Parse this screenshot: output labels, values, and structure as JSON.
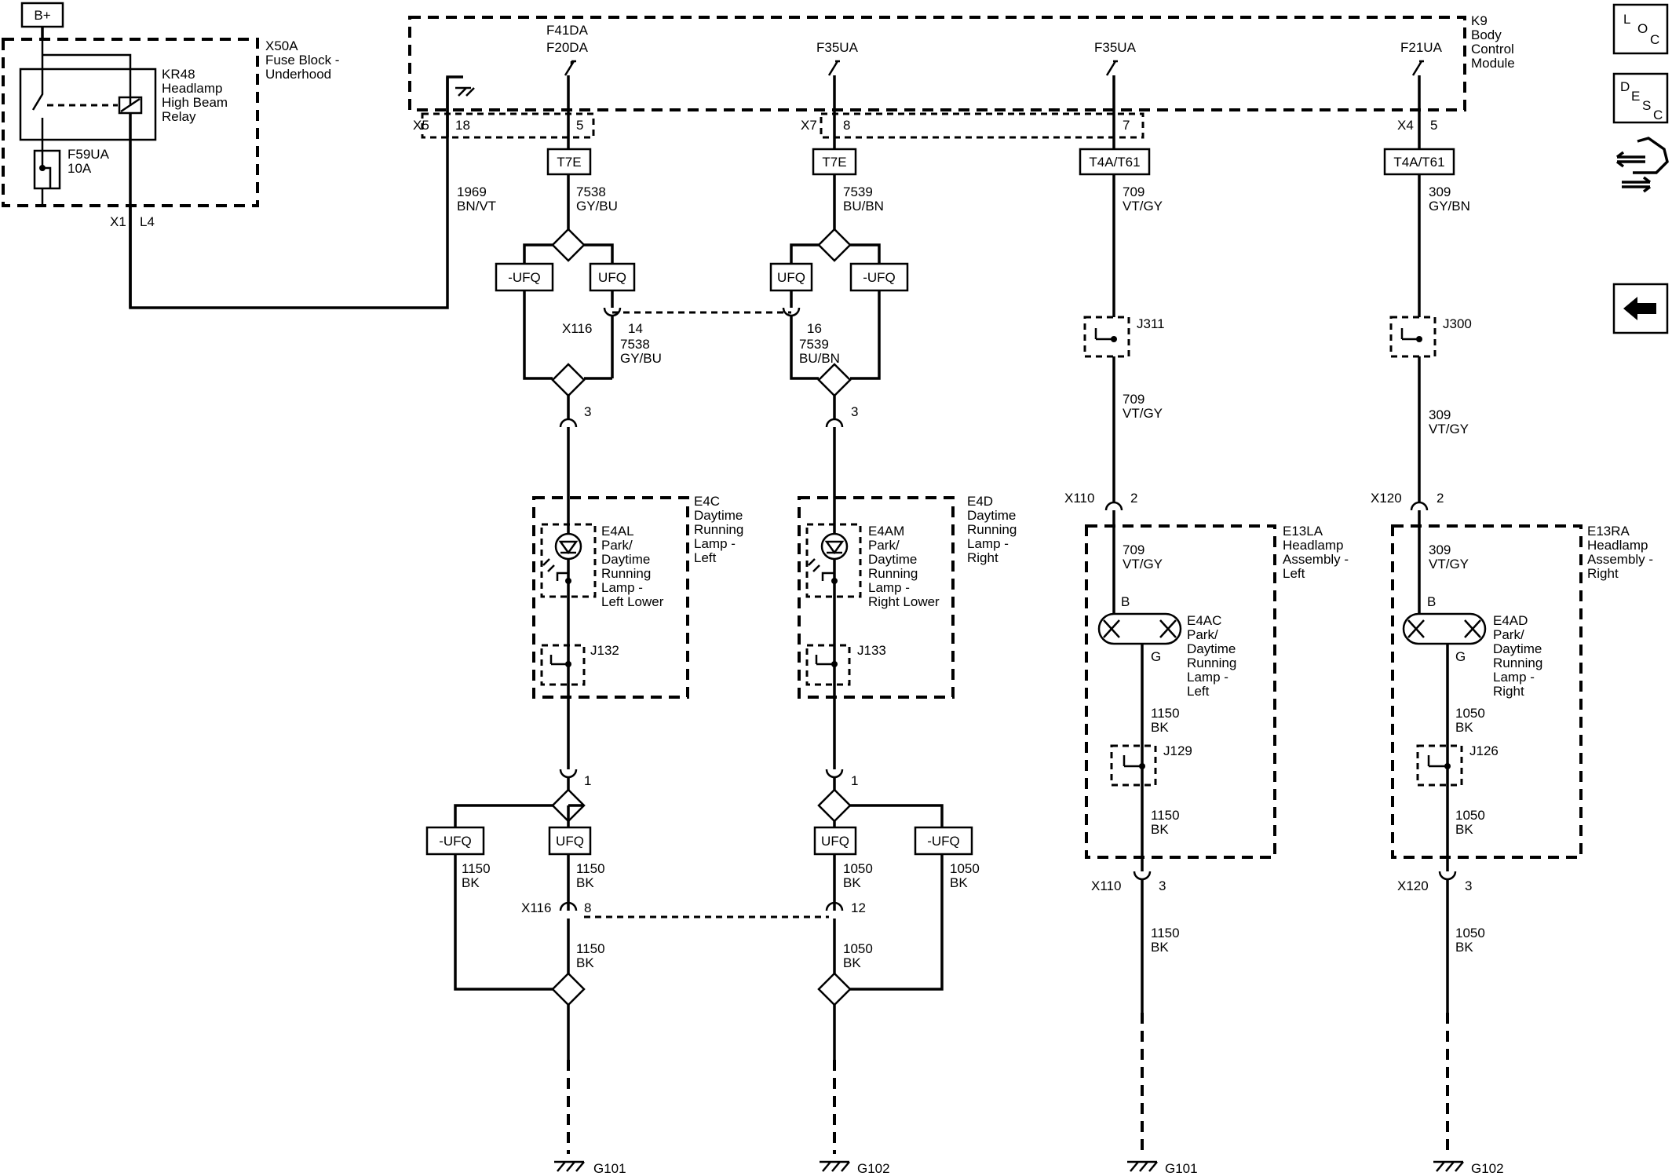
{
  "battery": "B+",
  "fuse_block": {
    "title": [
      "X50A",
      "Fuse Block -",
      "Underhood"
    ],
    "relay": [
      "KR48",
      "Headlamp",
      "High Beam",
      "Relay"
    ],
    "fuse": [
      "F59UA",
      "10A"
    ],
    "connector": "X1",
    "pin": "L4"
  },
  "bcm": {
    "title": [
      "K9",
      "Body",
      "Control",
      "Module"
    ],
    "fuse_a": [
      "F41DA",
      "F20DA"
    ],
    "fuse_b": "F35UA",
    "fuse_c": "F35UA",
    "fuse_d": "F21UA",
    "x5": "X5",
    "p18": "18",
    "p5a": "5",
    "x7": "X7",
    "p8": "8",
    "p7": "7",
    "x4": "X4",
    "p5b": "5"
  },
  "options": {
    "t7e": "T7E",
    "t4a": "T4A/T61",
    "ufq": "UFQ",
    "nufq": "-UFQ"
  },
  "wires": {
    "w1969": [
      "1969",
      "BN/VT"
    ],
    "w7538": [
      "7538",
      "GY/BU"
    ],
    "w7539": [
      "7539",
      "BU/BN"
    ],
    "w709": [
      "709",
      "VT/GY"
    ],
    "w309a": [
      "309",
      "GY/BN"
    ],
    "w309b": [
      "309",
      "VT/GY"
    ],
    "w1150": [
      "1150",
      "BK"
    ],
    "w1050": [
      "1050",
      "BK"
    ]
  },
  "connectors": {
    "x116": "X116",
    "p14": "14",
    "p16": "16",
    "p3": "3",
    "p1": "1",
    "p8": "8",
    "p12": "12",
    "x110": "X110",
    "x120": "X120",
    "p2": "2",
    "p3b": "3"
  },
  "splices": {
    "j311": "J311",
    "j300": "J300",
    "j132": "J132",
    "j133": "J133",
    "j129": "J129",
    "j126": "J126"
  },
  "lamps": {
    "e4c": [
      "E4C",
      "Daytime",
      "Running",
      "Lamp -",
      "Left"
    ],
    "e4d": [
      "E4D",
      "Daytime",
      "Running",
      "Lamp -",
      "Right"
    ],
    "e4al": [
      "E4AL",
      "Park/",
      "Daytime",
      "Running",
      "Lamp -",
      "Left Lower"
    ],
    "e4am": [
      "E4AM",
      "Park/",
      "Daytime",
      "Running",
      "Lamp -",
      "Right Lower"
    ],
    "e13la": [
      "E13LA",
      "Headlamp",
      "Assembly -",
      "Left"
    ],
    "e13ra": [
      "E13RA",
      "Headlamp",
      "Assembly -",
      "Right"
    ],
    "e4ac": [
      "E4AC",
      "Park/",
      "Daytime",
      "Running",
      "Lamp -",
      "Left"
    ],
    "e4ad": [
      "E4AD",
      "Park/",
      "Daytime",
      "Running",
      "Lamp -",
      "Right"
    ],
    "pin_b": "B",
    "pin_g": "G"
  },
  "grounds": {
    "g101": "G101",
    "g102": "G102"
  },
  "nav": {
    "loc": [
      "L",
      "O",
      "C"
    ],
    "desc": [
      "D",
      "E",
      "S",
      "C"
    ]
  }
}
